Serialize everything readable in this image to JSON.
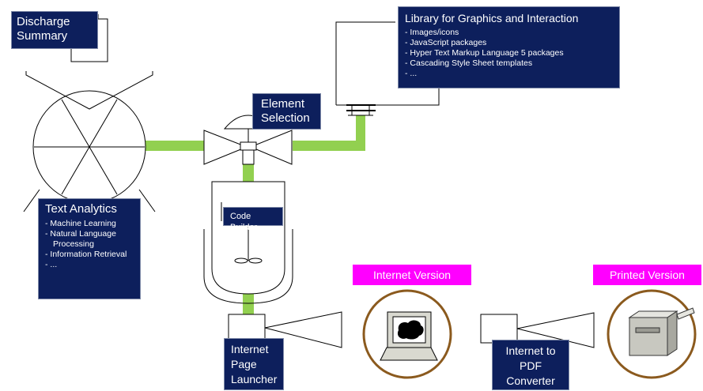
{
  "discharge_summary": {
    "title": "Discharge Summary"
  },
  "text_analytics": {
    "title": "Text Analytics",
    "items": [
      "Machine Learning",
      "Natural Language Processing",
      "Information Retrieval",
      "..."
    ]
  },
  "element_selection": {
    "title": "Element Selection"
  },
  "library": {
    "title": "Library for Graphics and Interaction",
    "items": [
      "Images/icons",
      "JavaScript packages",
      "Hyper Text Markup Language 5 packages",
      "Cascading Style Sheet templates",
      "..."
    ]
  },
  "code_builder": {
    "title": "Code Builder"
  },
  "page_launcher": {
    "title": "Internet Page Launcher"
  },
  "pdf_converter": {
    "title": "Internet to PDF Converter"
  },
  "internet_version": {
    "label": "Internet Version"
  },
  "printed_version": {
    "label": "Printed Version"
  },
  "colors": {
    "box_fill": "#0d1f5c",
    "pipe": "#92d050",
    "label_fill": "#ff00ff",
    "circle_outline": "#8b5a1e"
  },
  "icons": [
    "computer-icon",
    "printer-icon",
    "valve-icon",
    "reactor-icon"
  ]
}
